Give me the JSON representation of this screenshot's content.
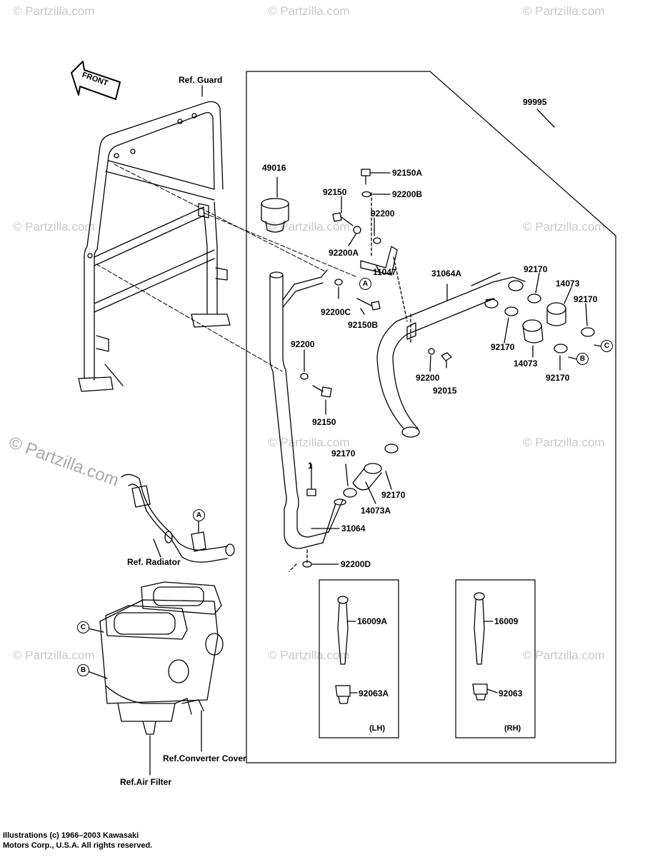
{
  "watermarks": {
    "small": "© Partzilla.com",
    "large": "© Partzilla.com"
  },
  "front_arrow": "FRONT",
  "refs": {
    "guard": "Ref. Guard",
    "radiator": "Ref. Radiator",
    "converter_cover": "Ref.Converter Cover",
    "air_filter": "Ref.Air Filter"
  },
  "part_numbers": {
    "kit": "99995",
    "cap": "49016",
    "p92150A": "92150A",
    "p92200B": "92200B",
    "p92150_top": "92150",
    "p92200_top": "92200",
    "p92200A": "92200A",
    "p11047": "11047",
    "p92200C": "92200C",
    "p92150B": "92150B",
    "p31064A": "31064A",
    "p92170_a": "92170",
    "p14073_a": "14073",
    "p92170_b": "92170",
    "p92170_c": "92170",
    "p14073_b": "14073",
    "p92170_d": "92170",
    "p92200_mid": "92200",
    "p92015": "92015",
    "p92200_left": "92200",
    "p92150_left": "92150",
    "p92170_e": "92170",
    "p92170_f": "92170",
    "p14073A": "14073A",
    "p1": "1",
    "p31064": "31064",
    "p92200D": "92200D",
    "p16009A": "16009A",
    "p92063A": "92063A",
    "p16009": "16009",
    "p92063": "92063"
  },
  "callouts": {
    "A1": "A",
    "A2": "A",
    "B1": "B",
    "C1": "C",
    "B2": "B",
    "C2": "C"
  },
  "boxes": {
    "lh": "(LH)",
    "rh": "(RH)"
  },
  "credit": {
    "line1": "Illustrations (c) 1966–2003 Kawasaki",
    "line2": "Motors Corp., U.S.A.  All rights reserved."
  }
}
